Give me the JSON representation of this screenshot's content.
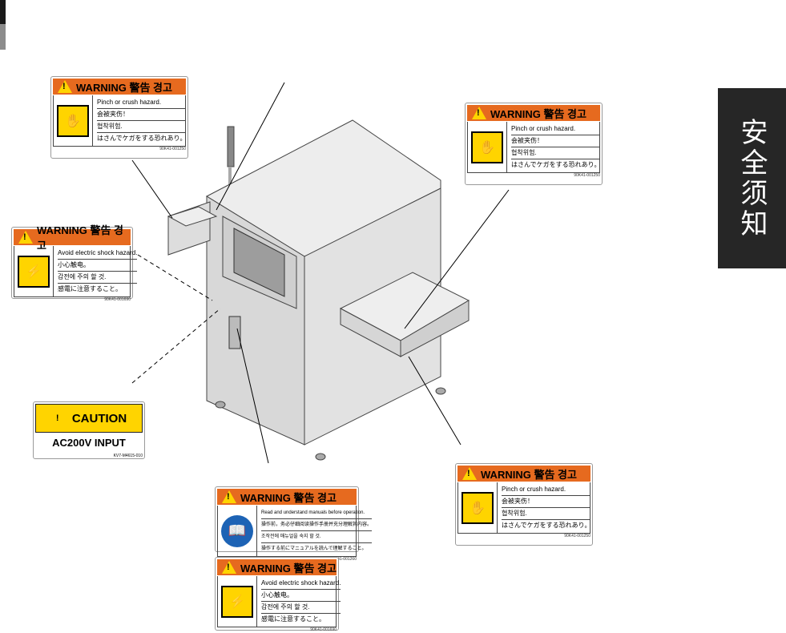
{
  "side_tab": {
    "text": "安全须知"
  },
  "warning_header": "WARNING 警告 경고",
  "caution": {
    "header": "CAUTION",
    "body": "AC200V INPUT",
    "code": "KV7-M4615-010"
  },
  "labels": [
    {
      "id": "pinch-top-left",
      "icon": "pinch-hazard-icon",
      "lines": [
        "Pinch or crush hazard.",
        "会被夹伤！",
        "협착위험.",
        "はさんでケガをする恐れあり。"
      ],
      "code": "90K41-001250"
    },
    {
      "id": "pinch-top-right",
      "icon": "pinch-hazard-icon",
      "lines": [
        "Pinch or crush hazard.",
        "会被夹伤！",
        "협착위험.",
        "はさんでケガをする恐れあり。"
      ],
      "code": "90K41-001250"
    },
    {
      "id": "shock-left",
      "icon": "electric-shock-icon",
      "lines": [
        "Avoid electric shock hazard.",
        "小心触电。",
        "감전에 주의 할 것.",
        "感電に注意すること。"
      ],
      "code": "90K41-001690"
    },
    {
      "id": "manual-bottom",
      "icon": "read-manual-icon",
      "lines": [
        "Read and understand manuals before operation.",
        "操作前，务必仔细阅读操作手册并充分理解其内容。",
        "조작전에 매뉴얼을 숙지 할 것.",
        "操作する前にマニュアルを読んで理解すること。"
      ],
      "code": "90K41-001260"
    },
    {
      "id": "shock-bottom",
      "icon": "electric-shock-icon",
      "lines": [
        "Avoid electric shock hazard.",
        "小心触电。",
        "감전에 주의 할 것.",
        "感電に注意すること。"
      ],
      "code": "90K41-001690"
    },
    {
      "id": "pinch-bottom-right",
      "icon": "pinch-hazard-icon",
      "lines": [
        "Pinch or crush hazard.",
        "会被夹伤！",
        "협착위험.",
        "はさんでケガをする恐れあり。"
      ],
      "code": "90K41-001250"
    }
  ],
  "colors": {
    "warning_orange": "#e66a1f",
    "caution_yellow": "#ffd400",
    "tab_dark": "#262626",
    "mandatory_blue": "#1d63b5"
  }
}
